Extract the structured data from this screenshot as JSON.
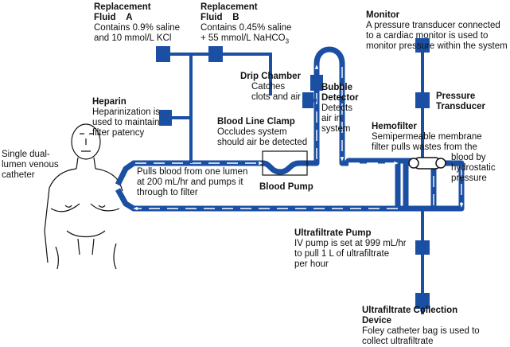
{
  "labels": {
    "fluid_a": {
      "title1": "Replacement",
      "title2": "Fluid",
      "tag": "A",
      "lines": [
        "Contains 0.9% saline",
        "and 10 mmol/L KCl"
      ]
    },
    "fluid_b": {
      "title1": "Replacement",
      "title2": "Fluid",
      "tag": "B",
      "lines": [
        "Contains 0.45% saline",
        "+ 55 mmol/L NaHCO3"
      ]
    },
    "monitor": {
      "title": "Monitor",
      "lines": [
        "A pressure transducer connected",
        "to a cardiac monitor is used to",
        "monitor pressure within the system"
      ]
    },
    "drip_chamber": {
      "title": "Drip Chamber",
      "lines": [
        "Catches",
        "clots and air"
      ]
    },
    "bubble_detector": {
      "title1": "Bubble",
      "title2": "Detector",
      "lines": [
        "Detects",
        "air in",
        "system"
      ]
    },
    "pressure_transducer": {
      "title1": "Pressure",
      "title2": "Transducer"
    },
    "heparin": {
      "title": "Heparin",
      "lines": [
        "Heparinization is",
        "used to maintain",
        "filter patency"
      ]
    },
    "blood_line_clamp": {
      "title": "Blood Line Clamp",
      "lines": [
        "Occludes system",
        "should air be detected"
      ]
    },
    "hemofilter": {
      "title": "Hemofilter",
      "lines": [
        "Semipermeable membrane",
        "filter pulls wastes from the",
        "blood by",
        "hydrostatic",
        "pressure"
      ]
    },
    "catheter": {
      "lines": [
        "Single dual-",
        "lumen venous",
        "catheter"
      ]
    },
    "pump_desc": {
      "lines": [
        "Pulls blood from one lumen",
        "at 200 mL/hr and pumps it",
        "through to filter"
      ]
    },
    "blood_pump": {
      "title": "Blood Pump"
    },
    "uf_pump": {
      "title": "Ultrafiltrate Pump",
      "lines": [
        "IV pump is set at 999 mL/hr",
        "to pull 1 L of ultrafiltrate",
        "per hour"
      ]
    },
    "uf_device": {
      "title1": "Ultrafiltrate Collection",
      "title2": "Device",
      "lines": [
        "Foley catheter bag is used to",
        "collect ultrafiltrate"
      ]
    }
  },
  "colors": {
    "tube": "#1a4fa3",
    "text": "#111111"
  }
}
